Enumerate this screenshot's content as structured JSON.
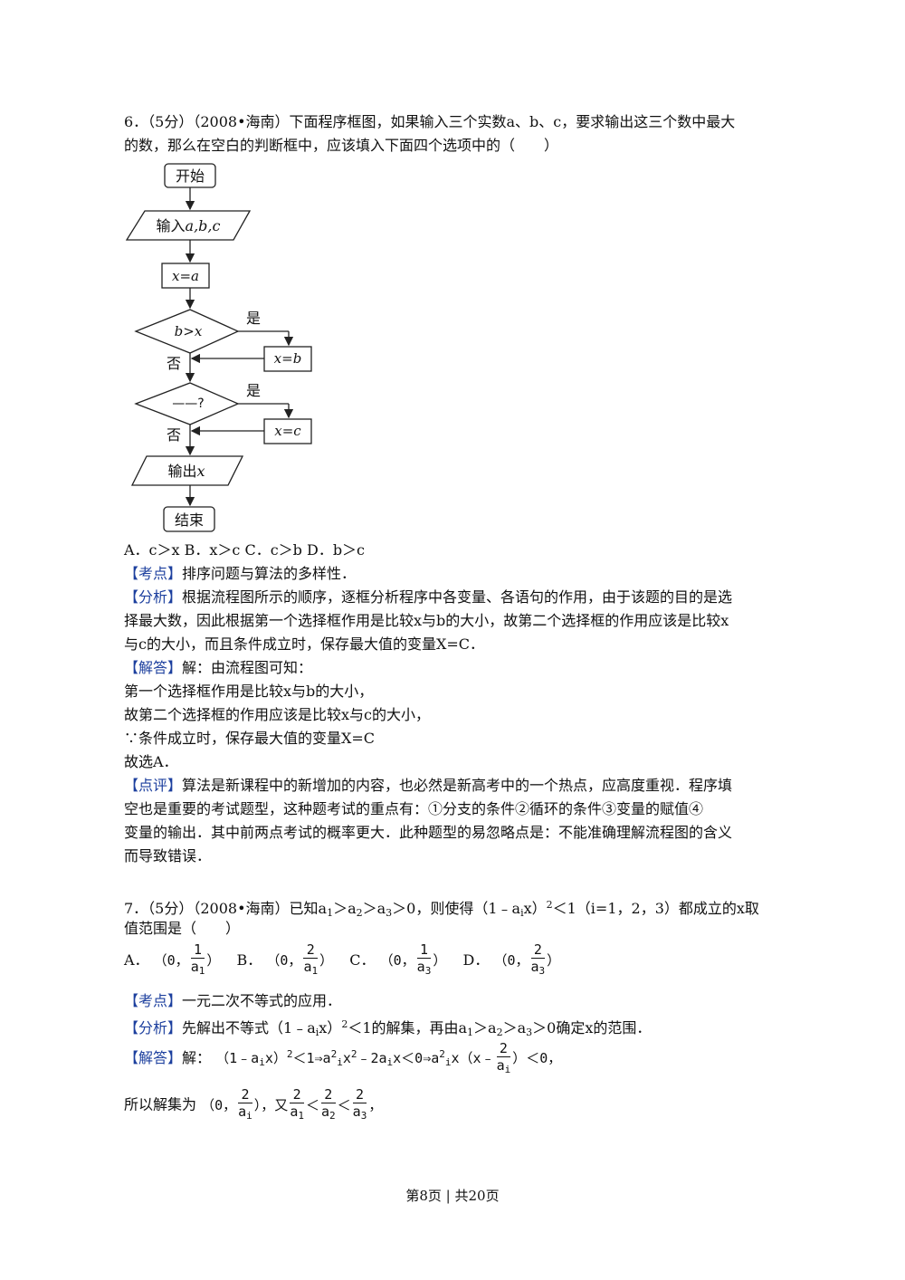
{
  "q6": {
    "line1": "6．（5分）（2008•海南）下面程序框图，如果输入三个实数a、b、c，要求输出这三个数中最大",
    "line2": "的数，那么在空白的判断框中，应该填入下面四个选项中的（　　）",
    "flow": {
      "start": "开始",
      "input_prefix": "输入",
      "input_vars": "a,b,c",
      "assign_x": "x=a",
      "cond1": "b>x",
      "yes1": "是",
      "assign_b": "x=b",
      "no1": "否",
      "cond2": "——?",
      "yes2": "是",
      "assign_c": "x=c",
      "no2": "否",
      "output_prefix": "输出",
      "output_var": "x",
      "end": "结束"
    },
    "options": "A．c＞x B．x＞c C．c＞b D．b＞c",
    "kaodian_tag": "【考点】",
    "kaodian": "排序问题与算法的多样性．",
    "fenxi_tag": "【分析】",
    "fenxi1": "根据流程图所示的顺序，逐框分析程序中各变量、各语句的作用，由于该题的目的是选",
    "fenxi2": "择最大数，因此根据第一个选择框作用是比较x与b的大小，故第二个选择框的作用应该是比较x",
    "fenxi3": "与c的大小，而且条件成立时，保存最大值的变量X=C．",
    "jieda_tag": "【解答】",
    "jieda1": "解：由流程图可知：",
    "jieda2": "第一个选择框作用是比较x与b的大小，",
    "jieda3": "故第二个选择框的作用应该是比较x与c的大小，",
    "jieda4": "∵条件成立时，保存最大值的变量X=C",
    "jieda5": "故选A．",
    "dianping_tag": "【点评】",
    "dianping1": "算法是新课程中的新增加的内容，也必然是新高考中的一个热点，应高度重视．程序填",
    "dianping2": "空也是重要的考试题型，这种题考试的重点有：①分支的条件②循环的条件③变量的赋值④",
    "dianping3": "变量的输出．其中前两点考试的概率更大．此种题型的易忽略点是：不能准确理解流程图的含义",
    "dianping4": "而导致错误．"
  },
  "q7": {
    "line1_a": "7．（5分）（2008•海南）已知a",
    "line1_b": "＞a",
    "line1_c": "＞a",
    "line1_d": "＞0，则使得（1﹣a",
    "line1_e": "x）",
    "line1_f": "＜1（i=1，2，3）都成立的x取",
    "line2": "值范围是（　　）",
    "sub1": "1",
    "sub2": "2",
    "sub3": "3",
    "subi": "i",
    "sup2": "2",
    "opt_a": "A．",
    "opt_b": "B．",
    "opt_c": "C．",
    "opt_d": "D．",
    "open_paren": "（0，",
    "close_paren": "）",
    "num1": "1",
    "num2": "2",
    "den_a1": "a",
    "kaodian_tag": "【考点】",
    "kaodian": "一元二次不等式的应用．",
    "fenxi_tag": "【分析】",
    "fenxi_a": "先解出不等式（1﹣a",
    "fenxi_b": "x）",
    "fenxi_c": "＜1的解集，再由a",
    "fenxi_d": "＞a",
    "fenxi_e": "＞a",
    "fenxi_f": "＞0确定x的范围．",
    "jieda_tag": "【解答】",
    "jieda_prefix": "解：",
    "eq_1": "（1﹣a",
    "eq_2": "x）",
    "eq_3": "＜1⇒a",
    "eq_4": "x",
    "eq_5": "﹣2a",
    "eq_6": "x＜0⇒a",
    "eq_7": "x（x﹣",
    "eq_8": "）＜0，",
    "sol_prefix": "所以解集为",
    "sol_open": "（0，",
    "sol_close": "），又",
    "lt": "＜",
    "comma": "，"
  },
  "footer": "第8页 | 共20页"
}
